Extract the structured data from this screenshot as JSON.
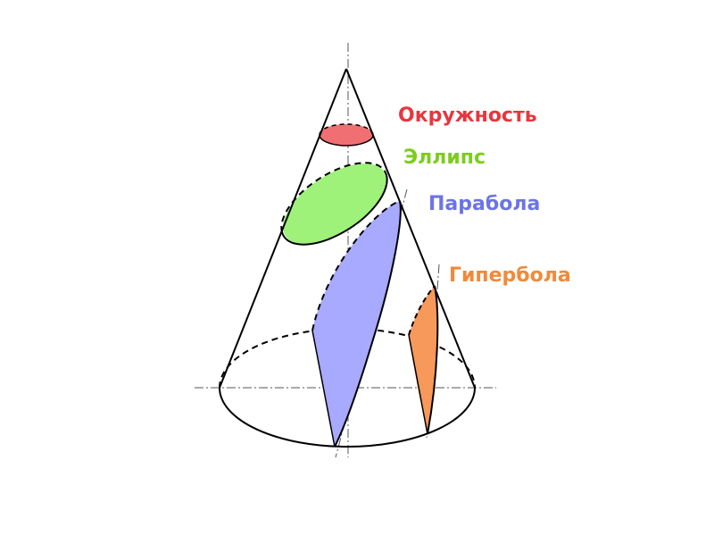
{
  "labels": {
    "circle": "Окружность",
    "ellipse": "Эллипс",
    "parabola": "Парабола",
    "hyperbola": "Гипербола"
  },
  "colors": {
    "circle": "#e8363d",
    "ellipse": "#7ccd1d",
    "parabola": "#6b74e6",
    "hyperbola": "#f08a3a",
    "circle_fill": "#f06f73",
    "ellipse_fill": "#9ef27a",
    "parabola_fill": "#a7aaff",
    "hyperbola_fill": "#f7995b",
    "line": "#000000"
  }
}
